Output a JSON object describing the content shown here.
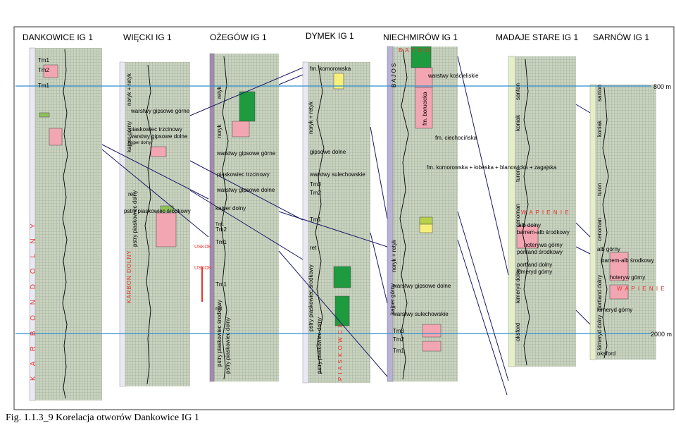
{
  "caption": "Fig. 1.1.3_9 Korelacja otworów Dankowice IG 1",
  "depth_markers": [
    "800 m",
    "2000 m"
  ],
  "wells": [
    {
      "name": "DANKOWICE IG 1",
      "labels": [
        "Tm1",
        "Tm2",
        "Tm1"
      ],
      "lith": "K A R B O N   D O L N Y"
    },
    {
      "name": "WIĘCKI IG 1",
      "labels": [
        "noryk + retyk",
        "kajper górny",
        "warstwy gipsowe górne",
        "piaskowiec trzcinowy",
        "warstwy gipsowe dolne",
        "kajper dolny",
        "ret",
        "pstry piaskowiec środkowy",
        "pstry piaskowiec dolny"
      ],
      "lith": "KARBON DOLNY"
    },
    {
      "name": "OŻEGÓW IG 1",
      "labels": [
        "retyk",
        "noryk",
        "warstwy gipsowe górne",
        "piaskowiec trzcinowy",
        "warstwy gipsowe dolne",
        "kajper dolny",
        "Tm1",
        "Tm2",
        "Tm1",
        "Tm1",
        "ret",
        "pstry piaskowiec środkowy",
        "pstry piaskowiec dolny"
      ]
    },
    {
      "name": "DYMEK IG 1",
      "labels": [
        "fm. komorowska",
        "noryk + retyk",
        "gipsowe dolne",
        "warstwy sulechowskie",
        "Tm3",
        "Tm2",
        "Tm1",
        "ret",
        "pstry piaskowiec środkowy",
        "pstry piaskowiec dolny"
      ],
      "lith": "P I A S K O W C E"
    },
    {
      "name": "NIECHMIRÓW IG 1",
      "labels": [
        "B A T O N",
        "B A J O S",
        "warstwy kościeliskie",
        "fm. borucicka",
        "fm. ciechocińska",
        "fm. komorowska + łobeska + blanowicka + zagajska",
        "noryk + retyk",
        "kajper górny",
        "warstwy gipsowe dolne",
        "warstwy sulechowskie",
        "Tm3",
        "Tm2",
        "Tm1"
      ]
    },
    {
      "name": "MADAJE STARE IG 1",
      "labels": [
        "santon",
        "koniak",
        "turon",
        "cenoman",
        "alb dolny",
        "barrem-alb środkowy",
        "hoterywa górny",
        "portland środkowy",
        "portland dolny",
        "kimeryd górny",
        "kimeryd dolny",
        "oksford"
      ],
      "lith": "W A P I E N I E"
    },
    {
      "name": "SARNÓW IG 1",
      "labels": [
        "santon",
        "koniak",
        "turon",
        "cenoman",
        "alb górny",
        "barrem-alb środkowy",
        "hoteryw górny",
        "portland dolny",
        "kimeryd górny",
        "kimeryd dolny",
        "oksford"
      ],
      "lith": "W A P I E N I E"
    }
  ]
}
